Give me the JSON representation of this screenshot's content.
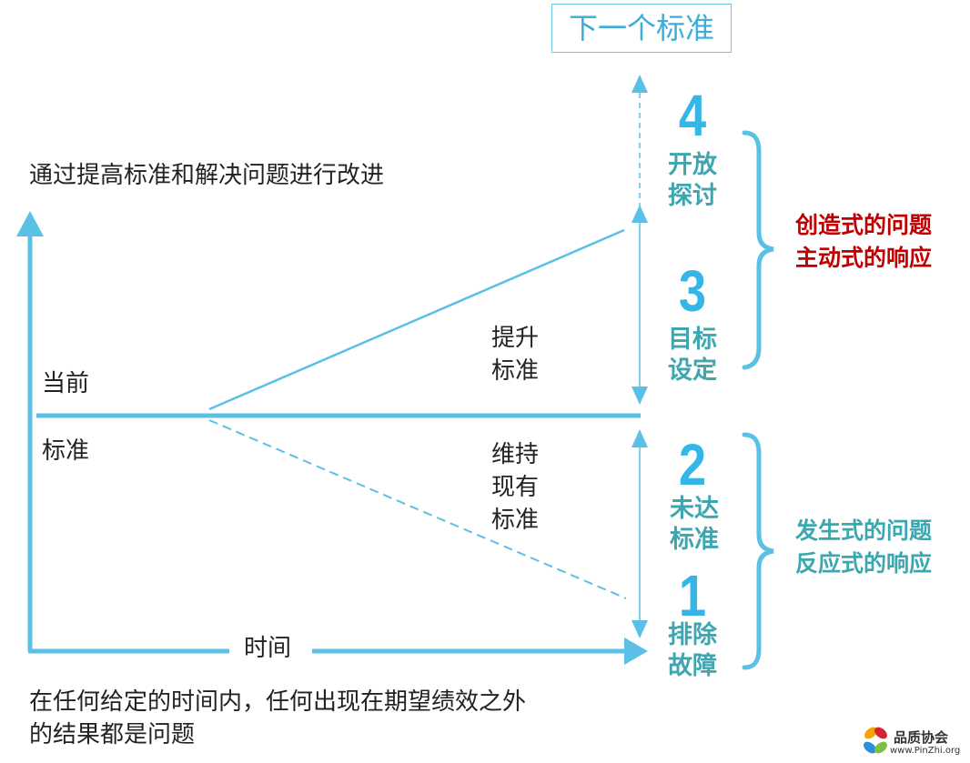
{
  "next_standard": "下一个标准",
  "title": "通过提高标准和解决问题进行改进",
  "current_label_1": "当前",
  "current_label_2": "标准",
  "raise_standard": "提升\n标准",
  "maintain_standard": "维持\n现有\n标准",
  "time_label": "时间",
  "footer": "在任何给定的时间内，任何出现在期望绩效之外\n的结果都是问题",
  "steps": [
    {
      "number": "4",
      "label": "开放\n探讨"
    },
    {
      "number": "3",
      "label": "目标\n设定"
    },
    {
      "number": "2",
      "label": "未达\n标准"
    },
    {
      "number": "1",
      "label": "排除\n故障"
    }
  ],
  "groups": {
    "creative": "创造式的问题\n主动式的响应",
    "reactive": "发生式的问题\n反应式的响应"
  },
  "logo": {
    "name": "品质协会",
    "url": "www.PinZhi.org"
  },
  "colors": {
    "line": "#5bc0e6",
    "number": "#35b6e8",
    "step_text": "#3fa6b0",
    "red": "#c00000"
  }
}
